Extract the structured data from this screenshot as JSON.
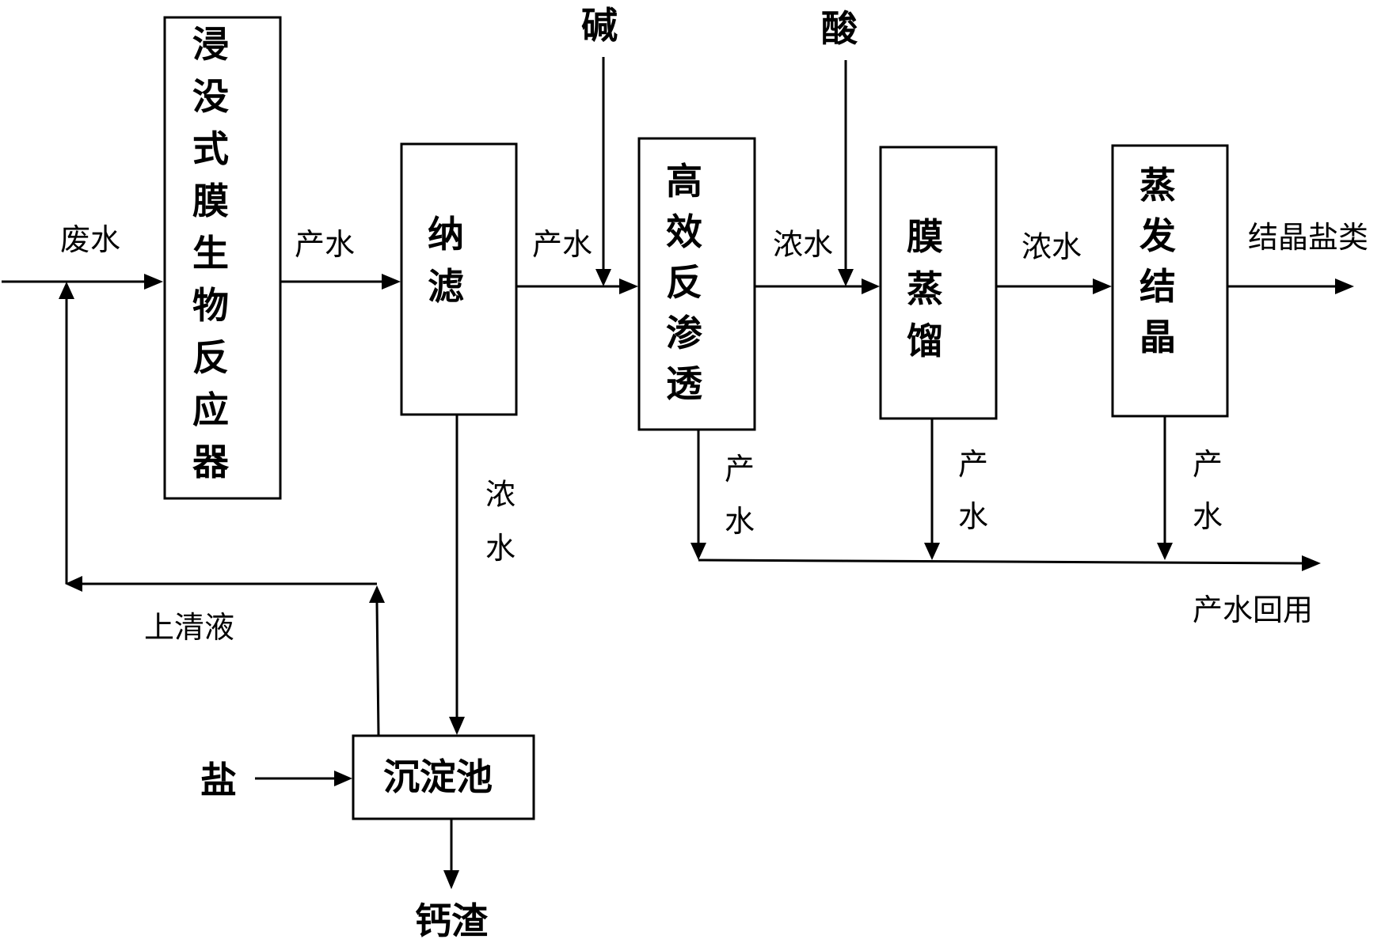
{
  "nodes": {
    "reactor": "浸没式膜生物反应器",
    "nanofiltration": "纳滤",
    "reverse_osmosis": "高效反渗透",
    "membrane_distillation": "膜蒸馏",
    "evaporation": "蒸发结晶",
    "settling_tank": "沉淀池"
  },
  "inputs": {
    "wastewater": "废水",
    "alkali": "碱",
    "acid": "酸",
    "salt": "盐"
  },
  "outputs": {
    "crystal_salts": "结晶盐类",
    "water_reuse": "产水回用",
    "calcium_residue": "钙渣"
  },
  "flow_labels": {
    "reactor_to_nf": "产水",
    "nf_to_ro": "产水",
    "ro_to_md": "浓水",
    "md_to_evap": "浓水",
    "nf_concentrate": "浓水",
    "ro_permeate": "产水",
    "md_permeate": "产水",
    "evap_permeate": "产水",
    "supernatant": "上清液"
  }
}
